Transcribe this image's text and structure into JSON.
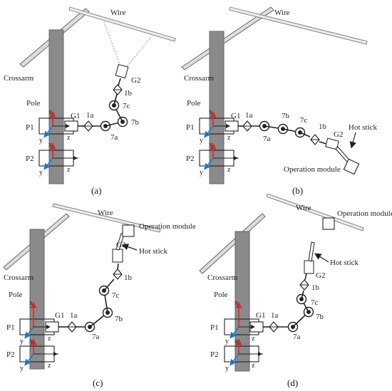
{
  "colors": {
    "x_axis": "#d62828",
    "y_axis": "#1f78c8",
    "pole": "#8a8a8a",
    "ink": "#222222"
  },
  "panels": [
    {
      "caption": "(a)",
      "labels": {
        "wire": "Wire",
        "crossarm": "Crossarm",
        "pole": "Pole",
        "p1": "P1",
        "p2": "P2",
        "g1": "G1",
        "j1a": "1a",
        "j7a": "7a",
        "j7b": "7b",
        "j7c": "7c",
        "j1b": "1b",
        "g2": "G2",
        "x": "x",
        "y": "y",
        "z": "z"
      }
    },
    {
      "caption": "(b)",
      "labels": {
        "wire": "Wire",
        "crossarm": "Crossarm",
        "pole": "Pole",
        "p1": "P1",
        "p2": "P2",
        "g1": "G1",
        "j1a": "1a",
        "j7a": "7a",
        "j7b": "7b",
        "j7c": "7c",
        "j1b": "1b",
        "g2": "G2",
        "x": "x",
        "y": "y",
        "z": "z",
        "hot_stick": "Hot stick",
        "operation_module": "Operation module"
      }
    },
    {
      "caption": "(c)",
      "labels": {
        "wire": "Wire",
        "crossarm": "Crossarm",
        "pole": "Pole",
        "p1": "P1",
        "p2": "P2",
        "g1": "G1",
        "j1a": "1a",
        "j7a": "7a",
        "j7b": "7b",
        "j7c": "7c",
        "j1b": "1b",
        "g2": "G2",
        "x": "x",
        "y": "y",
        "z": "z",
        "hot_stick": "Hot stick",
        "operation_module": "Operation module"
      }
    },
    {
      "caption": "(d)",
      "labels": {
        "wire": "Wire",
        "crossarm": "Crossarm",
        "pole": "Pole",
        "p1": "P1",
        "p2": "P2",
        "g1": "G1",
        "j1a": "1a",
        "j7a": "7a",
        "j7b": "7b",
        "j7c": "7c",
        "j1b": "1b",
        "g2": "G2",
        "x": "x",
        "y": "y",
        "z": "z",
        "hot_stick": "Hot stick",
        "operation_module": "Operation module"
      }
    }
  ]
}
